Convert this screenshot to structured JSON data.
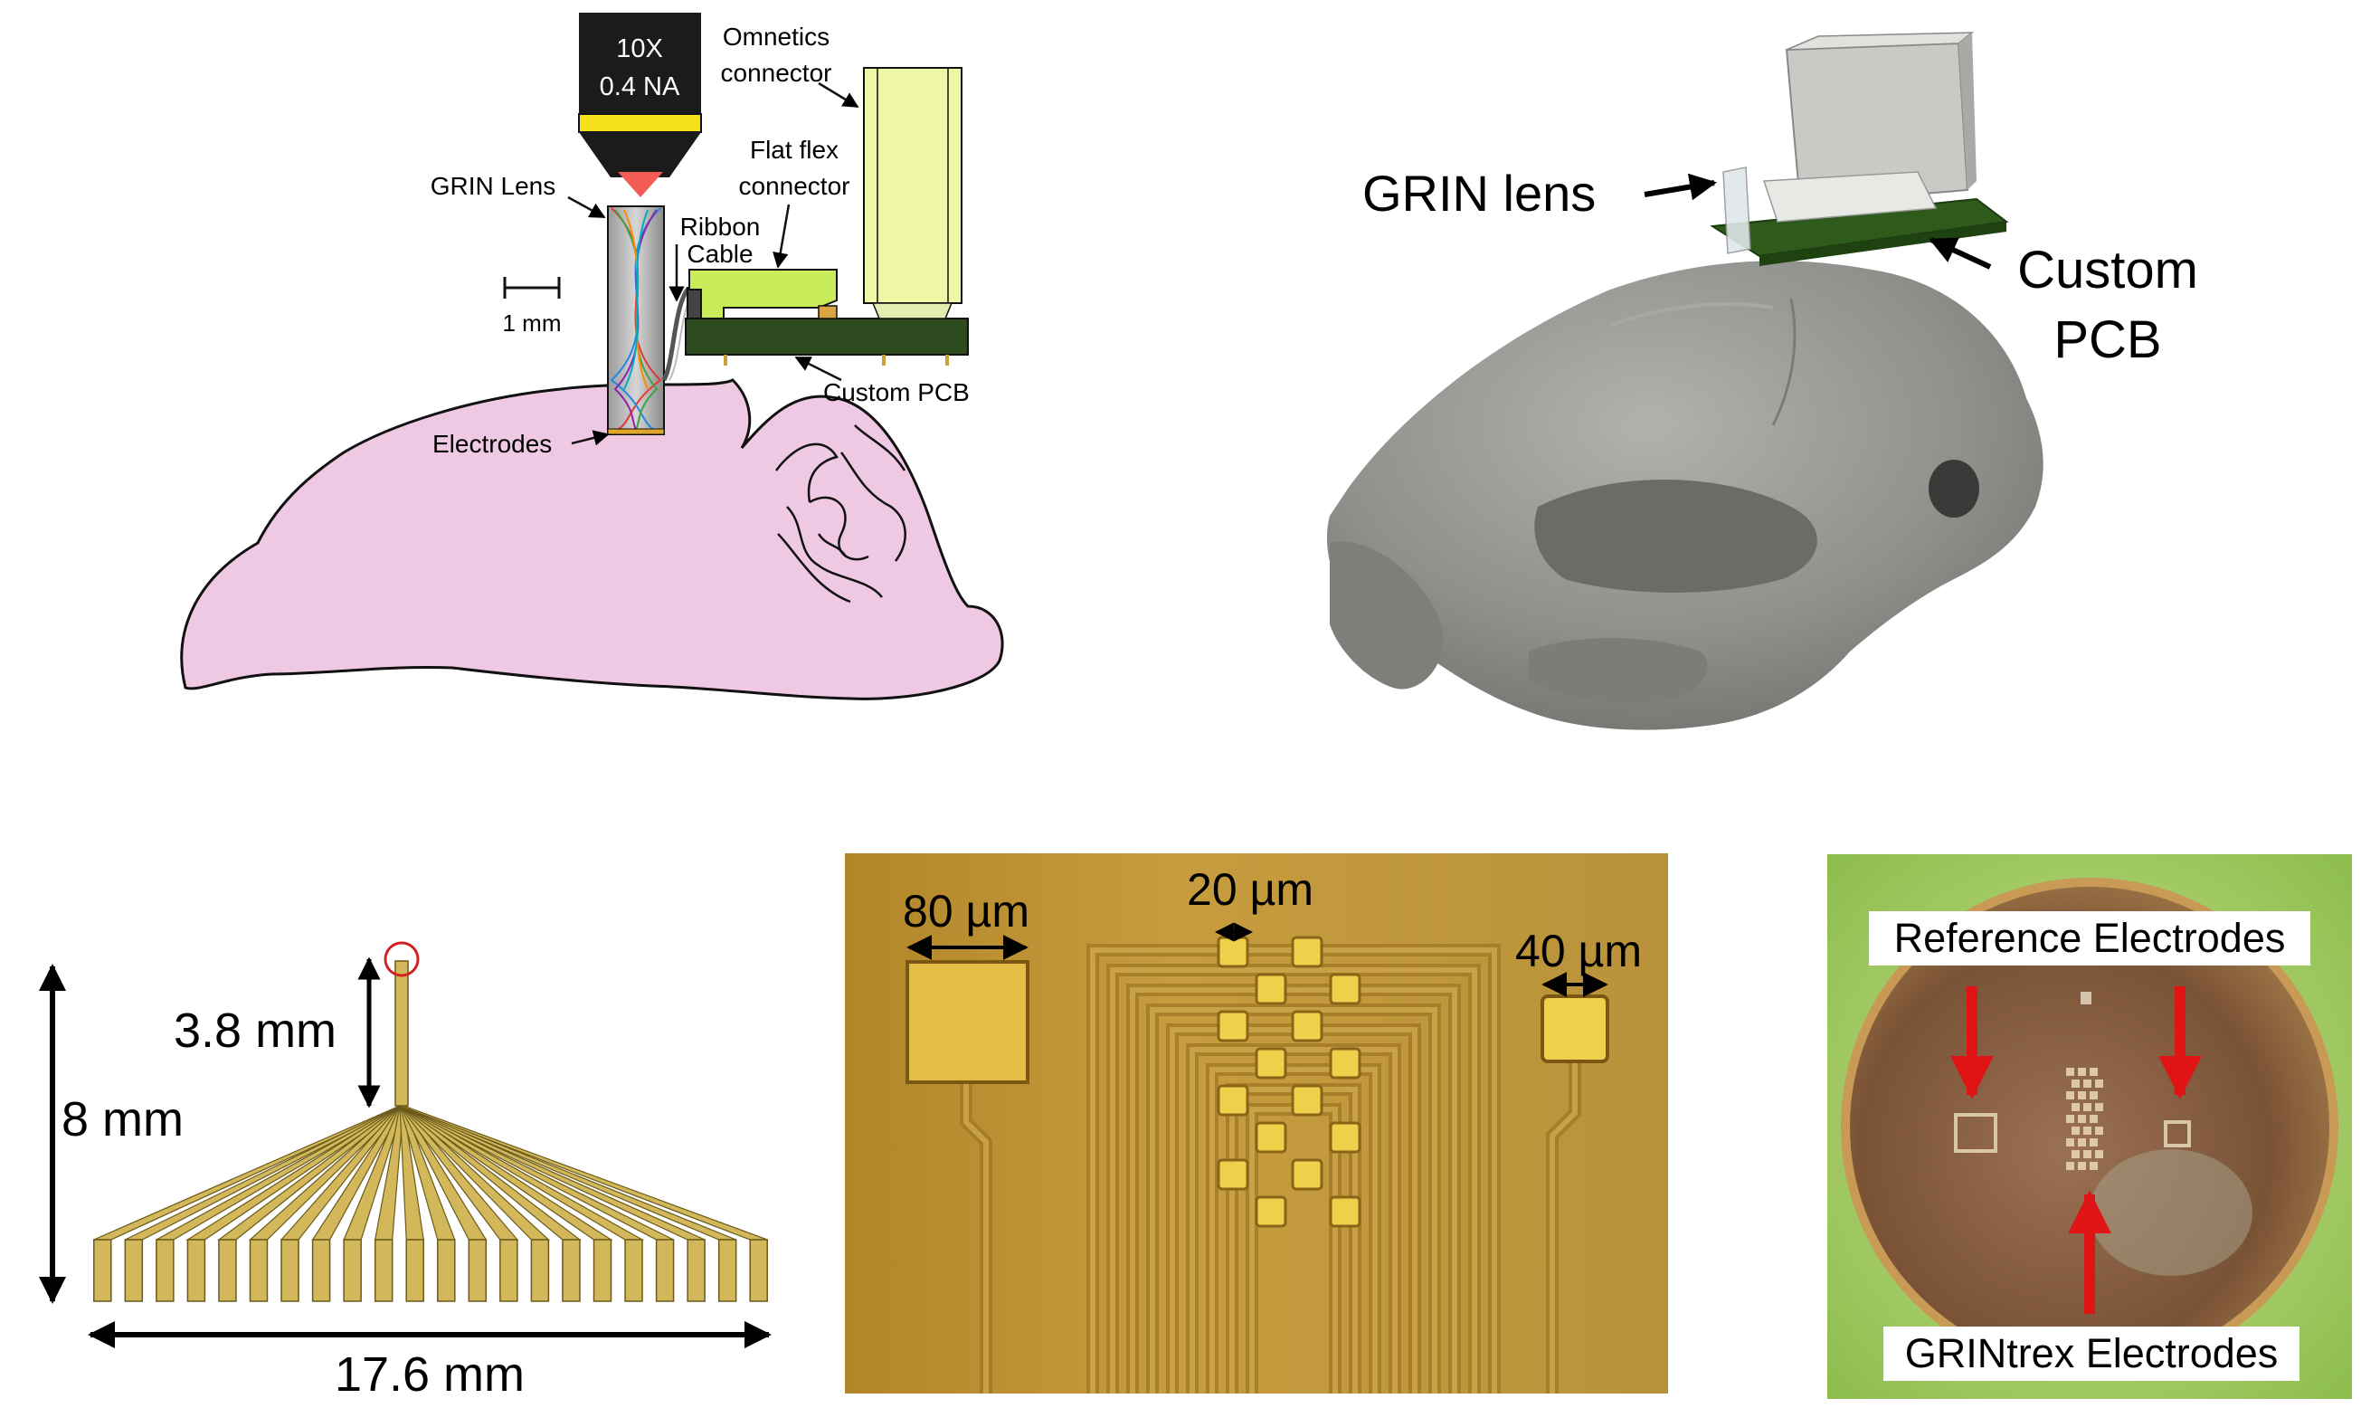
{
  "panel_a": {
    "objective_mag": "10X",
    "objective_na": "0.4 NA",
    "omnetics_line1": "Omnetics",
    "omnetics_line2": "connector",
    "grin_lens": "GRIN Lens",
    "flatflex_line1": "Flat flex",
    "flatflex_line2": "connector",
    "ribbon_line1": "Ribbon",
    "ribbon_line2": "Cable",
    "scale": "1 mm",
    "custom_pcb": "Custom PCB",
    "electrodes": "Electrodes"
  },
  "panel_b": {
    "grin_lens": "GRIN lens",
    "custom_line1": "Custom",
    "custom_line2": "PCB"
  },
  "panel_c": {
    "tip_length": "3.8 mm",
    "total_length": "8 mm",
    "width": "17.6 mm"
  },
  "panel_d": {
    "large_pad": "80 µm",
    "small_pad": "20 µm",
    "ref_pad": "40 µm"
  },
  "panel_e": {
    "reference": "Reference Electrodes",
    "grintrex": "GRINtrex Electrodes"
  },
  "colors": {
    "brain": "#efc8e3",
    "pcb": "#2e4a1f",
    "connector_yellow": "#eef7a6",
    "flatflex_green": "#c8ec5a",
    "objective_yellow": "#f5e21a",
    "objective_red": "#f25c54",
    "skull": "#8e908d",
    "gold": "#d2b85a",
    "chip_bg": "#bb9235",
    "pad_fill": "#f0cf4a",
    "arrow_red": "#e01414",
    "photo_green": "#a3cf5c",
    "photo_disc": "#8a5e3c"
  },
  "icons": {
    "objective": "microscope-objective-icon",
    "skull": "mouse-skull-icon",
    "arrow": "arrow-icon"
  }
}
